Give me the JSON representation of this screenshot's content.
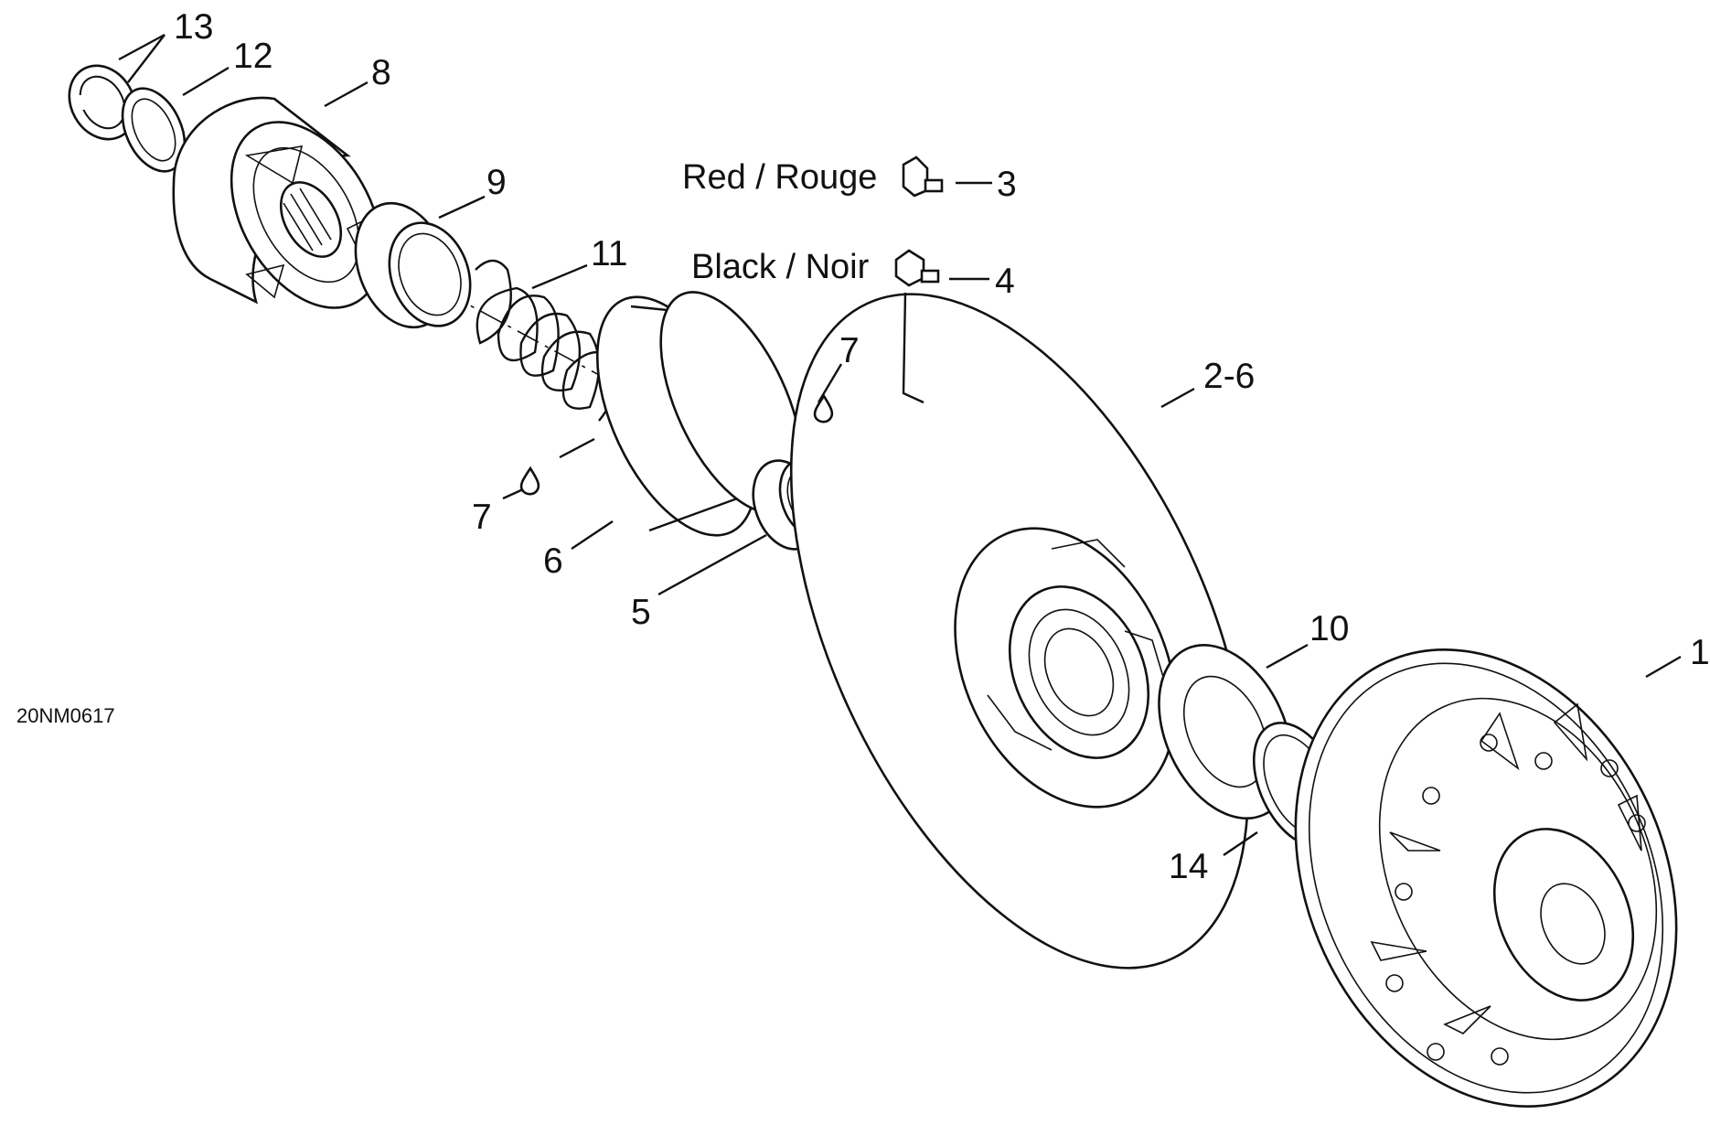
{
  "diagram": {
    "drawing_code": "20NM0617",
    "callouts": {
      "c1": "1",
      "c2_6": "2-6",
      "c3": "3",
      "c4": "4",
      "c5": "5",
      "c6": "6",
      "c7a": "7",
      "c7b": "7",
      "c8": "8",
      "c9": "9",
      "c10": "10",
      "c11": "11",
      "c12": "12",
      "c13": "13",
      "c14": "14"
    },
    "weight_labels": {
      "red": "Red / Rouge",
      "black": "Black / Noir"
    },
    "icons": [
      "grease-drop-icon",
      "weight-red-icon",
      "weight-black-icon"
    ]
  }
}
